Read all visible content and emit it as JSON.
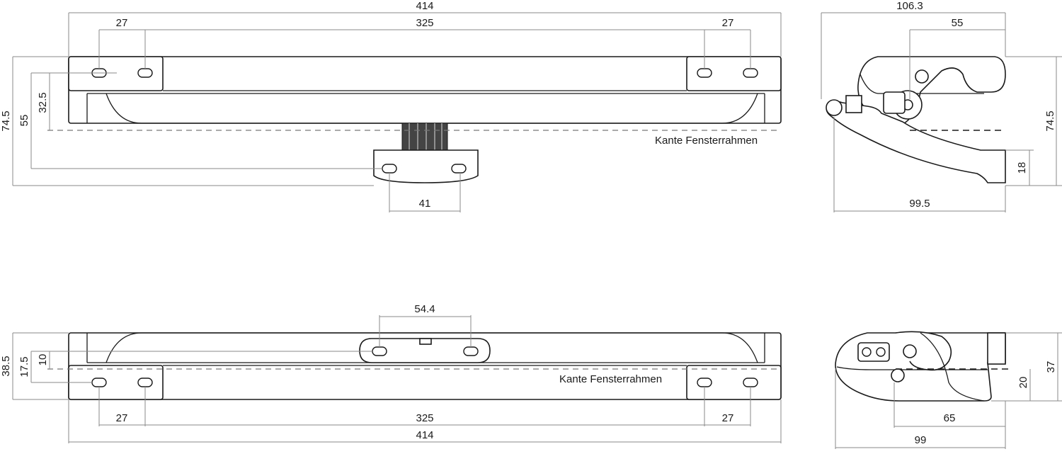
{
  "colors": {
    "line": "#1a1a1a",
    "dimension": "#8a8a8a",
    "background": "#ffffff"
  },
  "top_front": {
    "overall_width": "414",
    "left_hole_spacing": "27",
    "center_hole_spacing": "325",
    "right_hole_spacing": "27",
    "height_total": "74.5",
    "height_mid": "55",
    "height_small": "32.5",
    "bracket_hole_spacing": "41",
    "frame_edge_label": "Kante Fensterrahmen"
  },
  "top_side": {
    "overall_width": "106.3",
    "partial_width": "55",
    "height_total": "74.5",
    "height_small": "18",
    "bottom_width": "99.5"
  },
  "bottom_front": {
    "bracket_hole_spacing": "54.4",
    "height_total": "38.5",
    "height_mid": "17.5",
    "height_small": "10",
    "left_hole_spacing": "27",
    "center_hole_spacing": "325",
    "right_hole_spacing": "27",
    "overall_width": "414",
    "frame_edge_label": "Kante Fensterrahmen"
  },
  "bottom_side": {
    "height_total": "37",
    "height_small": "20",
    "partial_width": "65",
    "overall_width": "99"
  }
}
